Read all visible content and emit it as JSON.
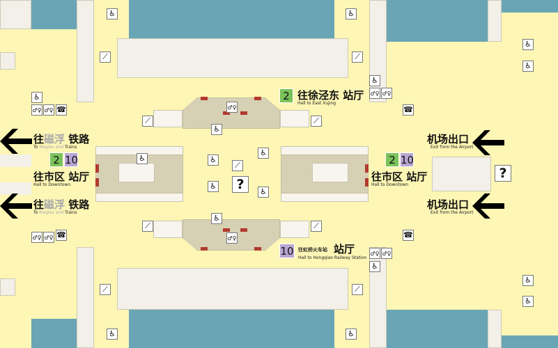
{
  "colors": {
    "water": "#6aa5b5",
    "concourse": "#fdf6b5",
    "line2": "#7bc25a",
    "line10": "#b9a6d3",
    "platform": "#d6d0b4"
  },
  "signs": {
    "maglev_top": {
      "cn_prefix": "往",
      "cn_highlight": "磁浮",
      "cn_suffix": "铁路",
      "en_prefix": "To",
      "en_highlight": "Maglev and",
      "en_suffix": "Trains"
    },
    "maglev_bottom": {
      "cn_prefix": "往",
      "cn_highlight": "磁浮",
      "cn_suffix": "铁路",
      "en_prefix": "To",
      "en_highlight": "Maglev and",
      "en_suffix": "Trains"
    },
    "downtown_left": {
      "cn": "往市区 站厅",
      "en": "Hall to Downtown",
      "lines": [
        "2",
        "10"
      ]
    },
    "downtown_right": {
      "cn": "往市区 站厅",
      "en": "Hall to Downtown",
      "lines": [
        "2",
        "10"
      ]
    },
    "east_xujing": {
      "line": "2",
      "cn": "往徐泾东 站厅",
      "en": "Hall to East Xujing"
    },
    "hongqiao": {
      "line": "10",
      "cn_small": "往虹桥火车站",
      "cn": "站厅",
      "en": "Hall to Hongqiao Railway Station"
    },
    "airport_exit_top": {
      "cn": "机场出口",
      "en": "Exit from the Airport"
    },
    "airport_exit_bottom": {
      "cn": "机场出口",
      "en": "Exit from the Airport"
    }
  },
  "icons": [
    "escalator-icon",
    "elevator-icon",
    "toilet-icon",
    "accessible-icon",
    "information-icon",
    "telephone-icon",
    "arrow-left-icon"
  ]
}
